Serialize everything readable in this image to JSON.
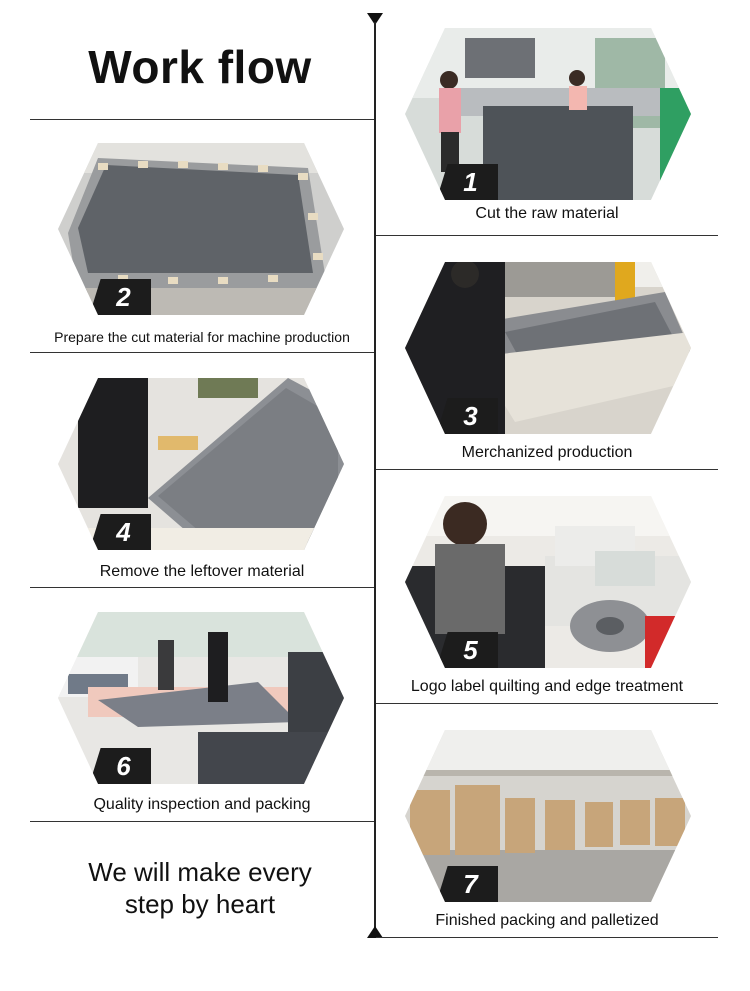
{
  "header": {
    "title": "Work flow"
  },
  "closing": {
    "line1": "We will make every",
    "line2": "step by heart"
  },
  "steps": [
    {
      "number": "1",
      "caption": "Cut the raw material"
    },
    {
      "number": "2",
      "caption": "Prepare the cut material for machine production"
    },
    {
      "number": "3",
      "caption": "Merchanized production"
    },
    {
      "number": "4",
      "caption": "Remove the leftover material"
    },
    {
      "number": "5",
      "caption": "Logo label quilting and edge treatment"
    },
    {
      "number": "6",
      "caption": "Quality inspection and packing"
    },
    {
      "number": "7",
      "caption": "Finished packing and palletized"
    }
  ]
}
